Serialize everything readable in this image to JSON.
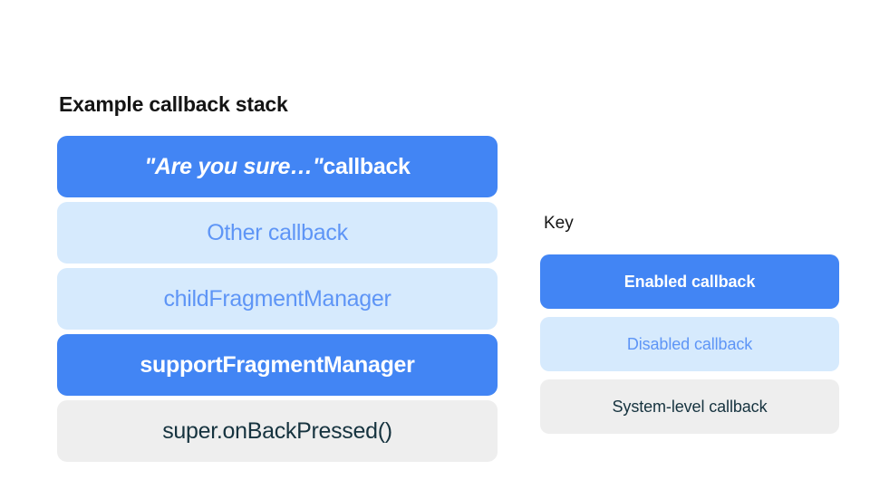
{
  "theme": {
    "background": "#ffffff",
    "enabled_bg": "#4285f4",
    "enabled_text": "#ffffff",
    "disabled_bg": "#d6eafd",
    "disabled_text": "#5e95f6",
    "system_bg": "#eeeeee",
    "system_text": "#16333f",
    "title_text": "#141414"
  },
  "stack": {
    "title": "Example callback stack",
    "items": [
      {
        "label": "\"Are you sure…\" callback",
        "quoted_part": "\"Are you sure…\"",
        "trailing_part": " callback",
        "state": "enabled"
      },
      {
        "label": "Other callback",
        "state": "disabled"
      },
      {
        "label": "childFragmentManager",
        "state": "disabled"
      },
      {
        "label": "supportFragmentManager",
        "state": "enabled"
      },
      {
        "label": "super.onBackPressed()",
        "state": "system"
      }
    ]
  },
  "key": {
    "title": "Key",
    "items": [
      {
        "label": "Enabled callback",
        "state": "enabled"
      },
      {
        "label": "Disabled callback",
        "state": "disabled"
      },
      {
        "label": "System-level callback",
        "state": "system"
      }
    ]
  }
}
